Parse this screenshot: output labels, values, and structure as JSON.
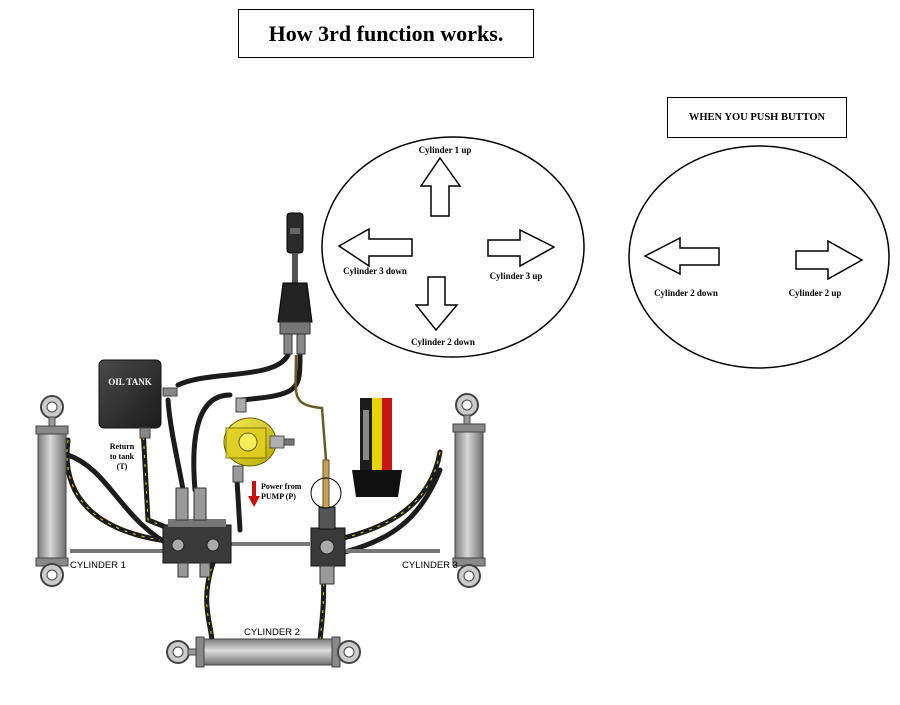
{
  "title": "How 3rd function works.",
  "button_box_label": "WHEN YOU PUSH BUTTON",
  "joystick_circle": {
    "up": "Cylinder 1 up",
    "down": "Cylinder 2 down",
    "left": "Cylinder 3 down",
    "right": "Cylinder 3 up"
  },
  "button_circle": {
    "left": "Cylinder 2 down",
    "right": "Cylinder 2 up"
  },
  "labels": {
    "oil_tank": "OIL TANK",
    "return_1": "Return",
    "return_2": "to tank",
    "return_3": "(T)",
    "power_1": "Power from",
    "power_2": "PUMP (P)",
    "cylinder_1": "CYLINDER 1",
    "cylinder_2": "CYLINDER 2",
    "cylinder_3": "CYLINDER 3"
  },
  "colors": {
    "pump": "#e8dc1a",
    "arrow": "#cc1010",
    "hose": "#1c1c1c",
    "metal": "#9a9a9a",
    "tank": "#2a2a2a"
  }
}
